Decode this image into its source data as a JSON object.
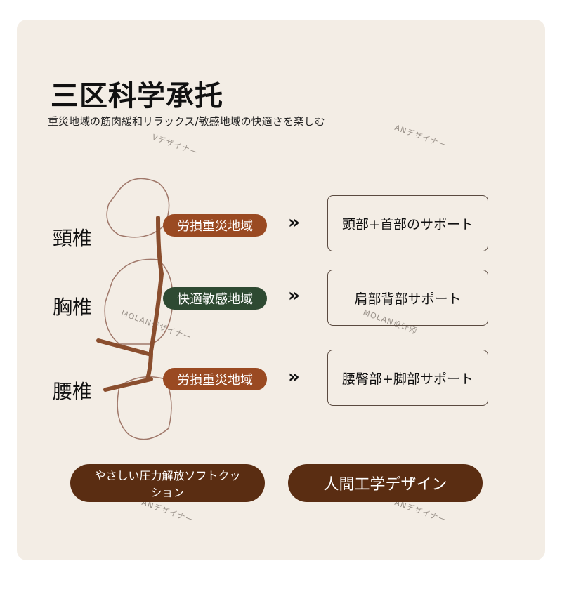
{
  "title": "三区科学承托",
  "subtitle": "重災地域の筋肉緩和リラックス/敏感地域の快適さを楽しむ",
  "rows": [
    {
      "spine": "頸椎",
      "zone": "労損重災地域",
      "zone_color": "#9a4a22",
      "support": "頭部+首部のサポート"
    },
    {
      "spine": "胸椎",
      "zone": "快適敏感地域",
      "zone_color": "#2e4a32",
      "support": "肩部背部サポート"
    },
    {
      "spine": "腰椎",
      "zone": "労損重災地域",
      "zone_color": "#9a4a22",
      "support": "腰臀部+脚部サポート"
    }
  ],
  "arrow": "»",
  "buttons": [
    "やさしい圧力解放ソフトクッション",
    "人間工学デザイン"
  ],
  "watermarks": [
    "Vデザイナー",
    "ANデザイナー",
    "MOLANデザイナー",
    "MOLAN设计师",
    "ANデザイナー",
    "ANデザイナー"
  ]
}
